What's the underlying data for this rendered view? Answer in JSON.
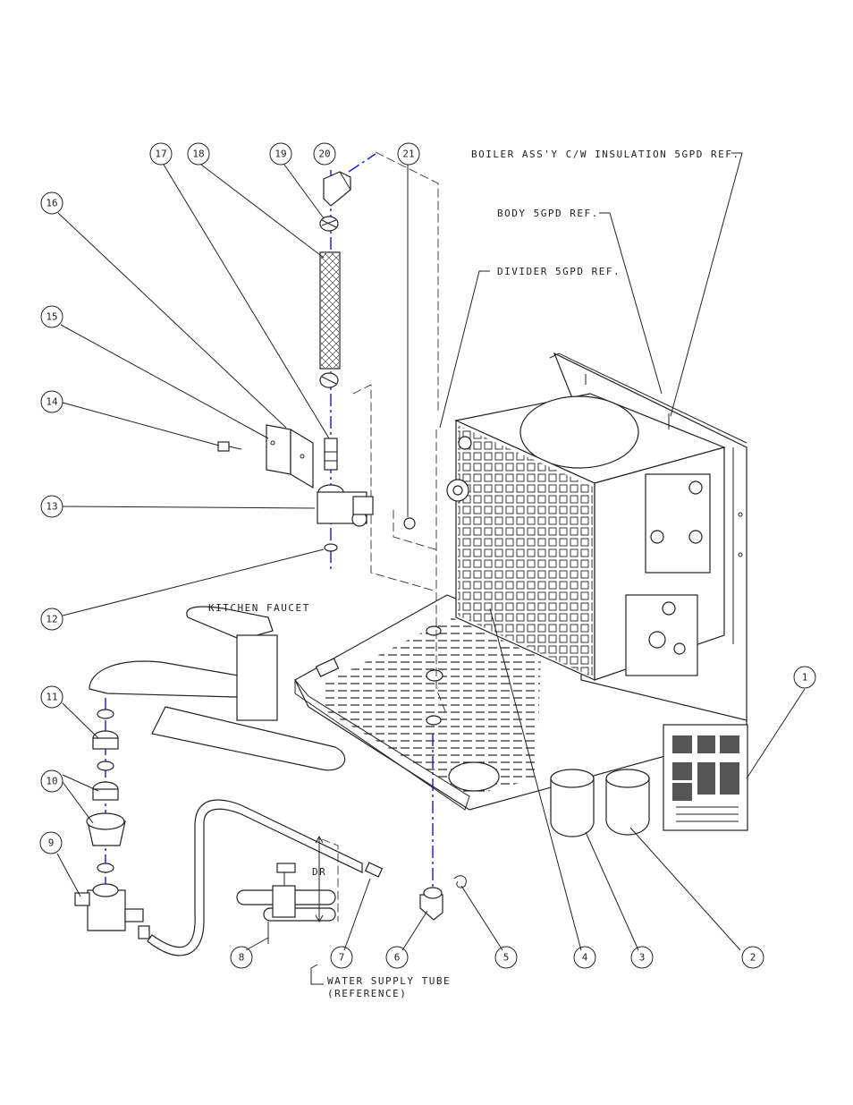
{
  "callouts": [
    "1",
    "2",
    "3",
    "4",
    "5",
    "6",
    "7",
    "8",
    "9",
    "10",
    "11",
    "12",
    "13",
    "14",
    "15",
    "16",
    "17",
    "18",
    "19",
    "20",
    "21"
  ],
  "reference_labels": {
    "boiler": "BOILER ASS'Y C/W INSULATION 5GPD REF.",
    "body": "BODY 5GPD REF.",
    "divider": "DIVIDER 5GPD REF.",
    "faucet": "KITCHEN FAUCET",
    "tube_line1": "WATER SUPPLY TUBE",
    "tube_line2": "(REFERENCE)",
    "dr": "DR"
  },
  "colors": {
    "line": "#222222",
    "centerline": "#1a1acc",
    "background": "#ffffff"
  }
}
